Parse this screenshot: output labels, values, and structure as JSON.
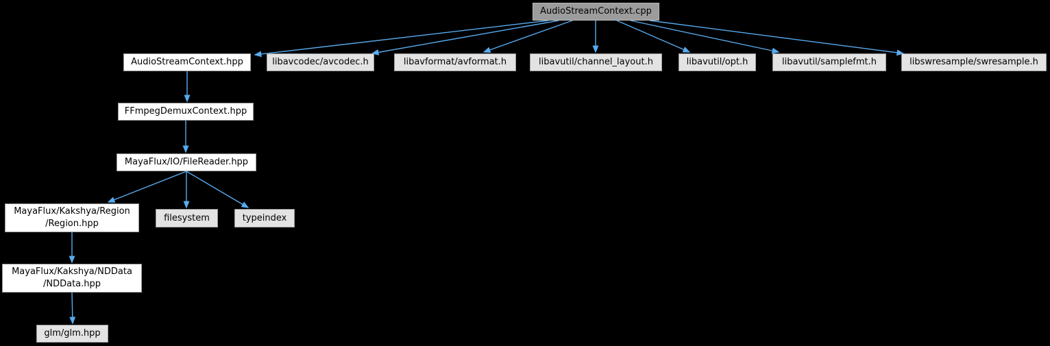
{
  "colors": {
    "bg_color": "#000000",
    "edge_color": "#57abef",
    "node_fill": "#ffffff",
    "node_fill_external": "#e3e3e3",
    "node_fill_current": "#9c9c9c",
    "node_border": "#9a9a9a",
    "node_border_current": "#b9b9b9",
    "text_color": "#000000"
  },
  "graph": {
    "type": "include-dependency-graph",
    "root": "AudioStreamContext.cpp"
  },
  "nodes": [
    {
      "id": "cpp",
      "label": "AudioStreamContext.cpp",
      "kind": "current"
    },
    {
      "id": "hpp",
      "label": "AudioStreamContext.hpp",
      "kind": "internal"
    },
    {
      "id": "avcodec",
      "label": "libavcodec/avcodec.h",
      "kind": "external"
    },
    {
      "id": "avformat",
      "label": "libavformat/avformat.h",
      "kind": "external"
    },
    {
      "id": "channel",
      "label": "libavutil/channel_layout.h",
      "kind": "external"
    },
    {
      "id": "opt",
      "label": "libavutil/opt.h",
      "kind": "external"
    },
    {
      "id": "samplefmt",
      "label": "libavutil/samplefmt.h",
      "kind": "external"
    },
    {
      "id": "swresample",
      "label": "libswresample/swresample.h",
      "kind": "external"
    },
    {
      "id": "ffmpegdemux",
      "label": "FFmpegDemuxContext.hpp",
      "kind": "internal"
    },
    {
      "id": "filereader",
      "label": "MayaFlux/IO/FileReader.hpp",
      "kind": "internal"
    },
    {
      "id": "region",
      "label": "MayaFlux/Kakshya/Region\n/Region.hpp",
      "kind": "internal"
    },
    {
      "id": "filesystem",
      "label": "filesystem",
      "kind": "external"
    },
    {
      "id": "typeindex",
      "label": "typeindex",
      "kind": "external"
    },
    {
      "id": "nddata",
      "label": "MayaFlux/Kakshya/NDData\n/NDData.hpp",
      "kind": "internal"
    },
    {
      "id": "glm",
      "label": "glm/glm.hpp",
      "kind": "external"
    }
  ],
  "edges": [
    {
      "from": "AudioStreamContext.cpp",
      "to": "AudioStreamContext.hpp"
    },
    {
      "from": "AudioStreamContext.cpp",
      "to": "libavcodec/avcodec.h"
    },
    {
      "from": "AudioStreamContext.cpp",
      "to": "libavformat/avformat.h"
    },
    {
      "from": "AudioStreamContext.cpp",
      "to": "libavutil/channel_layout.h"
    },
    {
      "from": "AudioStreamContext.cpp",
      "to": "libavutil/opt.h"
    },
    {
      "from": "AudioStreamContext.cpp",
      "to": "libavutil/samplefmt.h"
    },
    {
      "from": "AudioStreamContext.cpp",
      "to": "libswresample/swresample.h"
    },
    {
      "from": "AudioStreamContext.hpp",
      "to": "FFmpegDemuxContext.hpp"
    },
    {
      "from": "FFmpegDemuxContext.hpp",
      "to": "MayaFlux/IO/FileReader.hpp"
    },
    {
      "from": "MayaFlux/IO/FileReader.hpp",
      "to": "MayaFlux/Kakshya/Region/Region.hpp"
    },
    {
      "from": "MayaFlux/IO/FileReader.hpp",
      "to": "filesystem"
    },
    {
      "from": "MayaFlux/IO/FileReader.hpp",
      "to": "typeindex"
    },
    {
      "from": "MayaFlux/Kakshya/Region/Region.hpp",
      "to": "MayaFlux/Kakshya/NDData/NDData.hpp"
    },
    {
      "from": "MayaFlux/Kakshya/NDData/NDData.hpp",
      "to": "glm/glm.hpp"
    }
  ]
}
